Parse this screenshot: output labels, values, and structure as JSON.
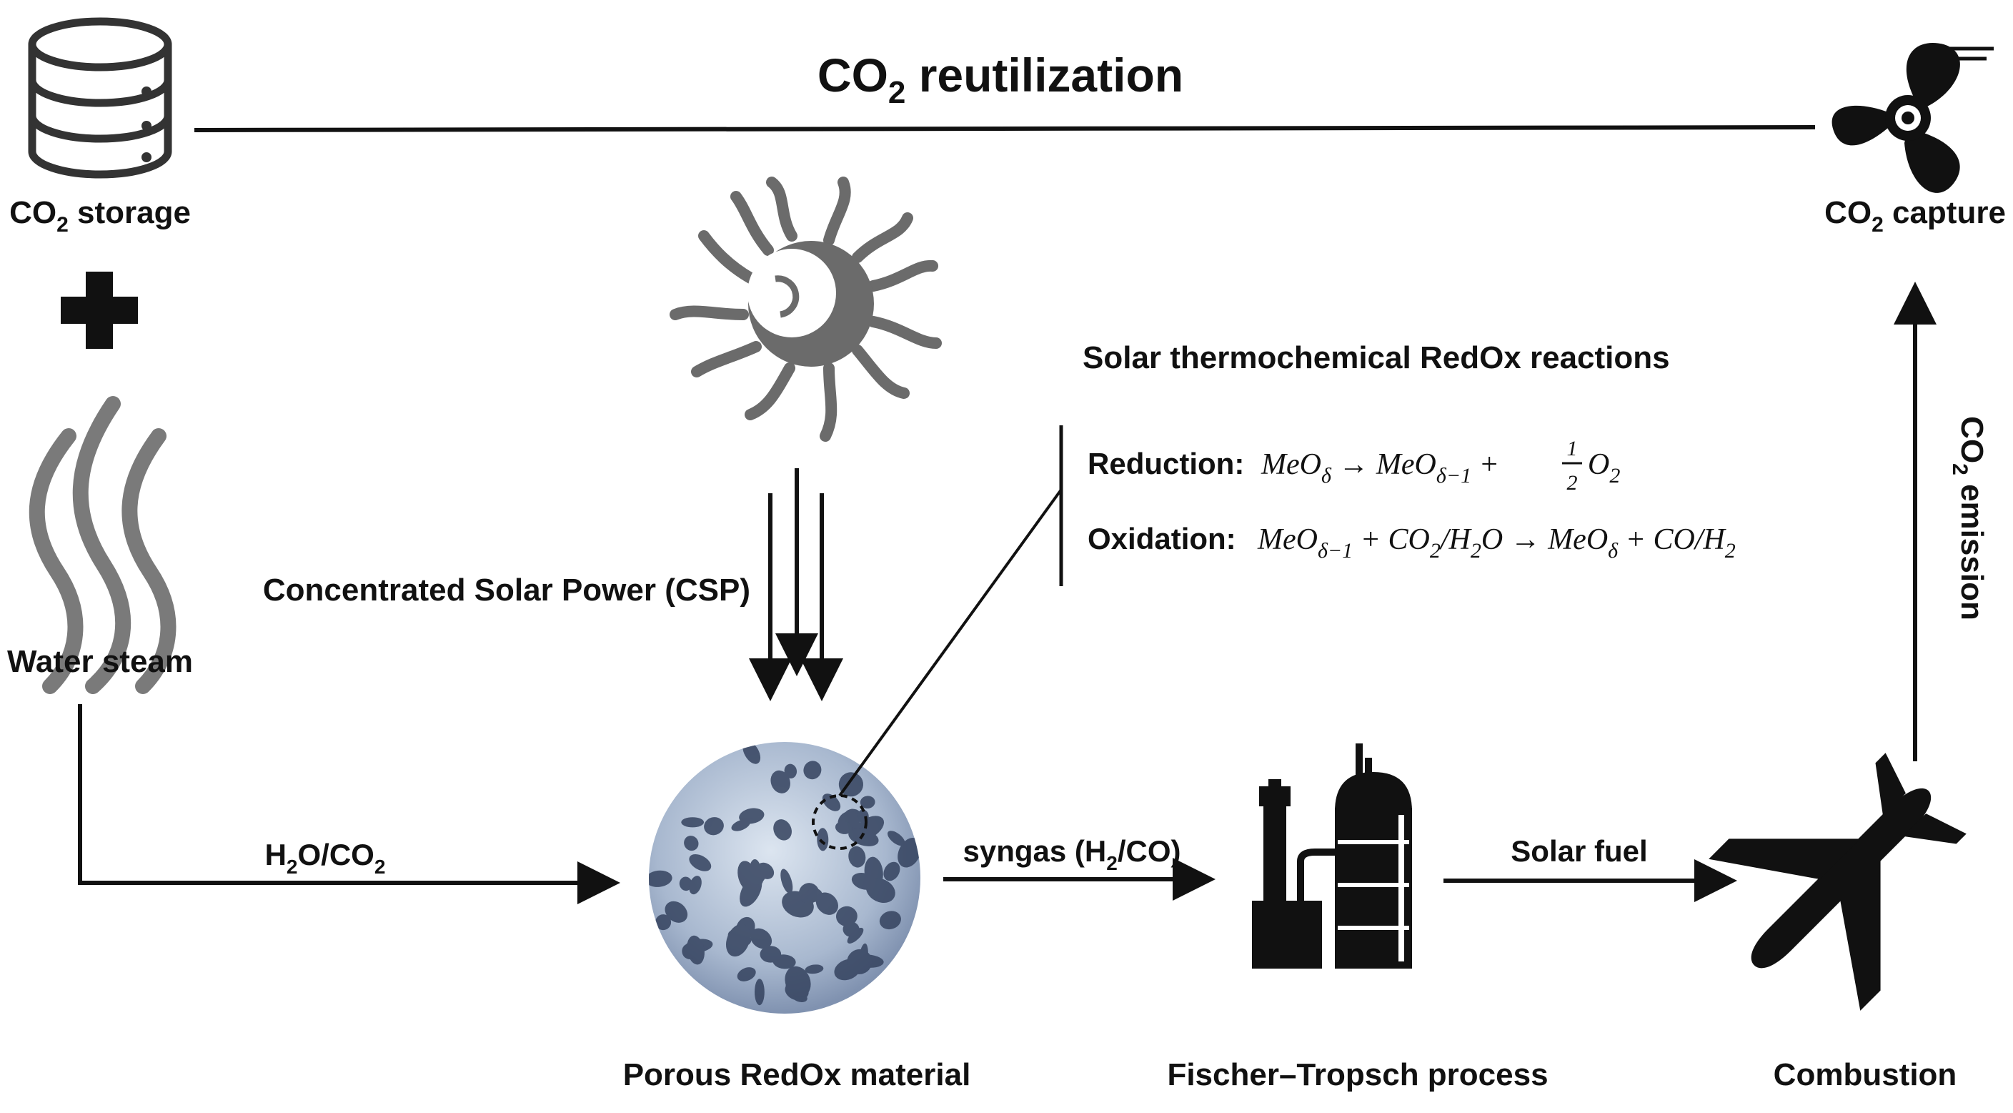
{
  "title": {
    "pre": "CO",
    "sub": "2",
    "post": " reutilization"
  },
  "co2_storage": {
    "pre": "CO",
    "sub": "2",
    "post": " storage"
  },
  "co2_capture": {
    "pre": "CO",
    "sub": "2",
    "post": " capture"
  },
  "water_steam": "Water steam",
  "csp_label": "Concentrated Solar Power (CSP)",
  "feed_label": {
    "a": "H",
    "a_sub": "2",
    "b": "O/CO",
    "b_sub": "2"
  },
  "syngas_label": {
    "a": "syngas (H",
    "a_sub": "2",
    "b": "/CO)"
  },
  "solar_fuel": "Solar fuel",
  "co2_emission": {
    "pre": "CO",
    "sub": "2",
    "post": " emission"
  },
  "porous_material": "Porous RedOx material",
  "fischer_tropsch": "Fischer–Tropsch process",
  "combustion": "Combustion",
  "reactions": {
    "heading": "Solar thermochemical RedOx reactions",
    "reduction_label": "Reduction:",
    "oxidation_label": "Oxidation:",
    "reduction_parts": [
      "MeO",
      "δ",
      " → MeO",
      "δ−1",
      " + ",
      "1",
      "2",
      "O",
      "2"
    ],
    "oxidation_parts": [
      "MeO",
      "δ−1",
      " + CO",
      "2",
      "/H",
      "2",
      "O → MeO",
      "δ",
      " + CO/H",
      "2"
    ]
  },
  "colors": {
    "ink": "#111111",
    "gray_icon": "#6b6b6b",
    "foam_light": "#c7d3e3",
    "foam_dark": "#3b4a66"
  },
  "icons": [
    "database-icon",
    "plus-icon",
    "steam-icon",
    "sun-icon",
    "fan-icon",
    "factory-icon",
    "airplane-icon"
  ]
}
